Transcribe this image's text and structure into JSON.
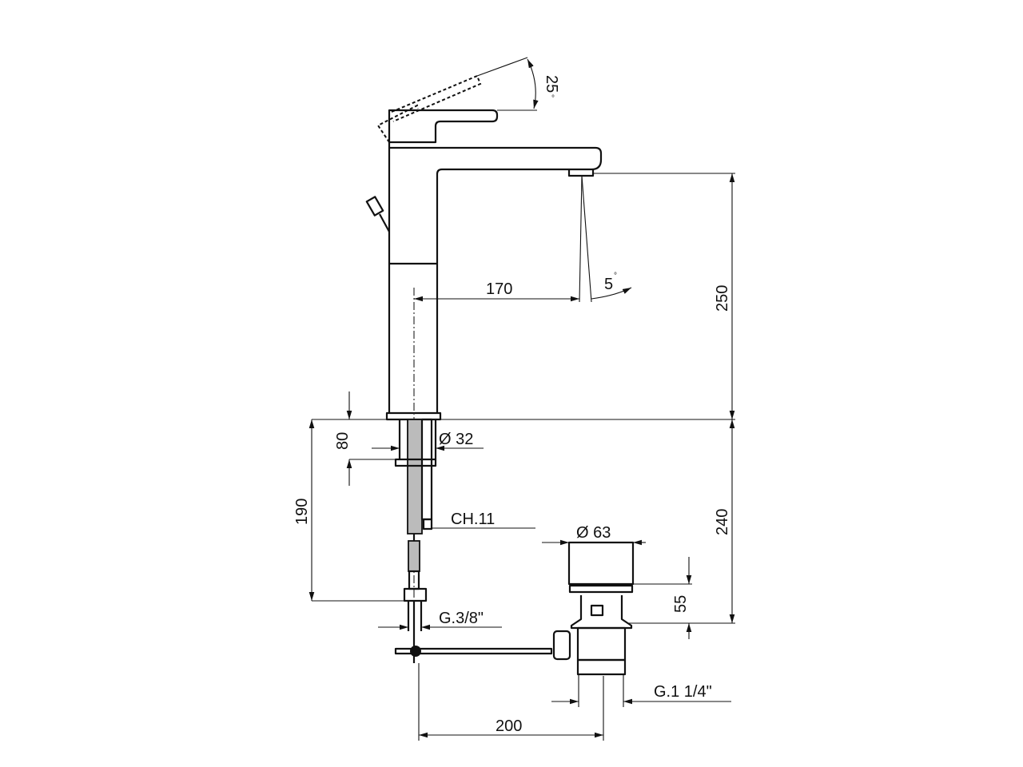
{
  "dimensions": {
    "lever_angle": "25",
    "spout_angle": "5",
    "spout_reach": "170",
    "spout_height": "250",
    "below_deck": "240",
    "base_height": "80",
    "shank_diameter": "Ø 32",
    "hose_length": "190",
    "wrench_size": "CH.11",
    "waste_diameter": "Ø 63",
    "waste_height": "55",
    "inlet_thread": "G.3/8\"",
    "waste_thread": "G.1 1/4\"",
    "rod_length": "200",
    "degree_symbol": "°"
  }
}
